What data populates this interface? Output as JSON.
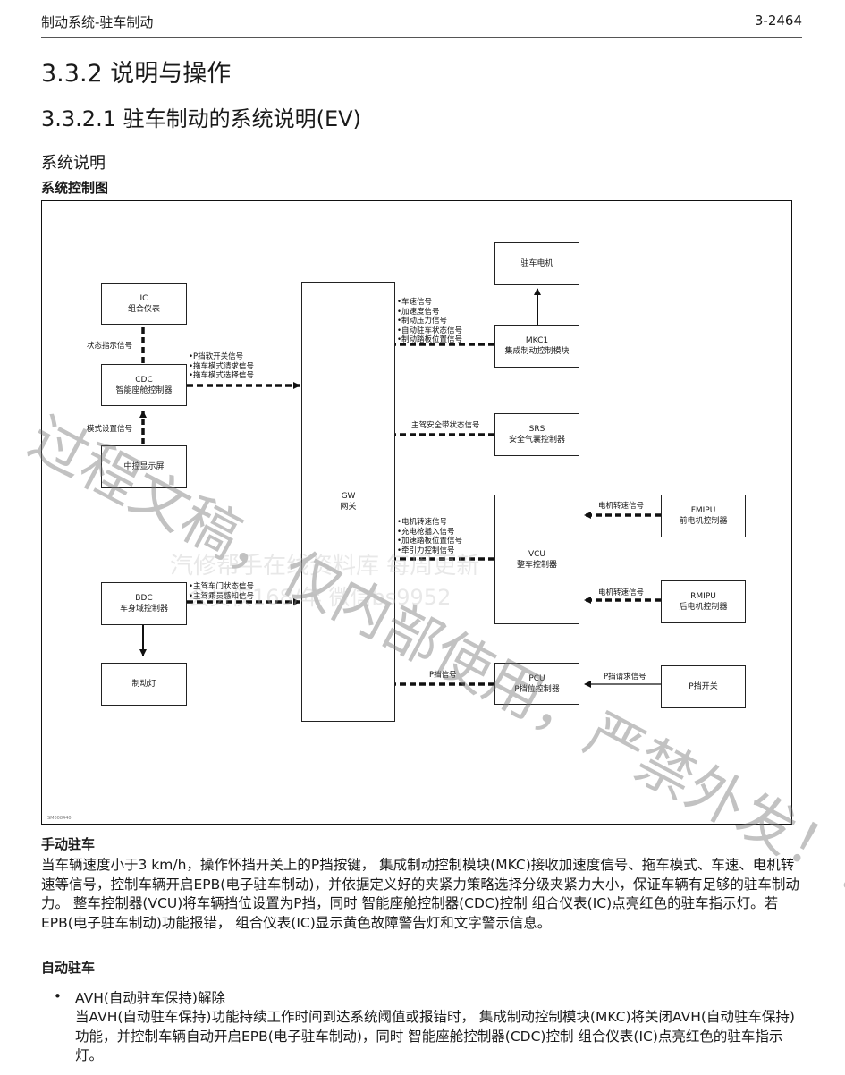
{
  "header": {
    "left": "制动系统-驻车制动",
    "right": "3-2464"
  },
  "headings": {
    "h1": "3.3.2 说明与操作",
    "h2": "3.3.2.1 驻车制动的系统说明(EV)",
    "h3": "系统说明",
    "h4": "系统控制图"
  },
  "diagram": {
    "figure_id": "SM008440",
    "boxes": {
      "ic": {
        "line1": "IC",
        "line2": "组合仪表"
      },
      "cdc": {
        "line1": "CDC",
        "line2": "智能座舱控制器"
      },
      "display": {
        "line1": "中控显示屏"
      },
      "bdc": {
        "line1": "BDC",
        "line2": "车身域控制器"
      },
      "brake_light": {
        "line1": "制动灯"
      },
      "gw": {
        "line1": "GW",
        "line2": "网关"
      },
      "motor": {
        "line1": "驻车电机"
      },
      "mkc1": {
        "line1": "MKC1",
        "line2": "集成制动控制模块"
      },
      "srs": {
        "line1": "SRS",
        "line2": "安全气囊控制器"
      },
      "vcu": {
        "line1": "VCU",
        "line2": "整车控制器"
      },
      "fmipu": {
        "line1": "FMIPU",
        "line2": "前电机控制器"
      },
      "rmipu": {
        "line1": "RMIPU",
        "line2": "后电机控制器"
      },
      "pcu": {
        "line1": "PCU",
        "line2": "P挡位控制器"
      },
      "p_switch": {
        "line1": "P挡开关"
      }
    },
    "signals": {
      "cdc_to_ic": "状态指示信号",
      "display_to_cdc": "模式设置信号",
      "cdc_to_gw": [
        "•P挡软开关信号",
        "•拖车模式请求信号",
        "•拖车模式选择信号"
      ],
      "bdc_to_gw": [
        "•主驾车门状态信号",
        "•主驾乘员感知信号"
      ],
      "mkc_to_gw": [
        "•车速信号",
        "•加速度信号",
        "•制动压力信号",
        "•自动驻车状态信号",
        "•制动踏板位置信号"
      ],
      "srs_to_gw": "主驾安全带状态信号",
      "vcu_to_gw": [
        "•电机转速信号",
        "•充电枪插入信号",
        "•加速踏板位置信号",
        "•牵引力控制信号"
      ],
      "fmipu_to_vcu": "电机转速信号",
      "rmipu_to_vcu": "电机转速信号",
      "pcu_to_gw": "P挡信号",
      "pswitch_to_pcu": "P挡请求信号"
    }
  },
  "watermark": {
    "line1": "过程文稿，仅内部使用，严禁外发！！",
    "line2": "汽修帮手在线资料库 每周更新",
    "line3": "会员仅168/年  微信bs9952"
  },
  "manual_parking": {
    "title": "手动驻车",
    "body": "当车辆速度小于3 km/h，操作怀挡开关上的P挡按键， 集成制动控制模块(MKC)接收加速度信号、拖车模式、车速、电机转速等信号，控制车辆开启EPB(电子驻车制动)，并依据定义好的夹紧力策略选择分级夹紧力大小，保证车辆有足够的驻车制动力。 整车控制器(VCU)将车辆挡位设置为P挡，同时 智能座舱控制器(CDC)控制 组合仪表(IC)点亮红色的驻车指示灯。若EPB(电子驻车制动)功能报错， 组合仪表(IC)显示黄色故障警告灯和文字警示信息。"
  },
  "auto_parking": {
    "title": "自动驻车",
    "bullet_title": "AVH(自动驻车保持)解除",
    "bullet_body": "当AVH(自动驻车保持)功能持续工作时间到达系统阈值或报错时， 集成制动控制模块(MKC)将关闭AVH(自动驻车保持)功能，并控制车辆自动开启EPB(电子驻车制动)，同时 智能座舱控制器(CDC)控制 组合仪表(IC)点亮红色的驻车指示灯。"
  }
}
